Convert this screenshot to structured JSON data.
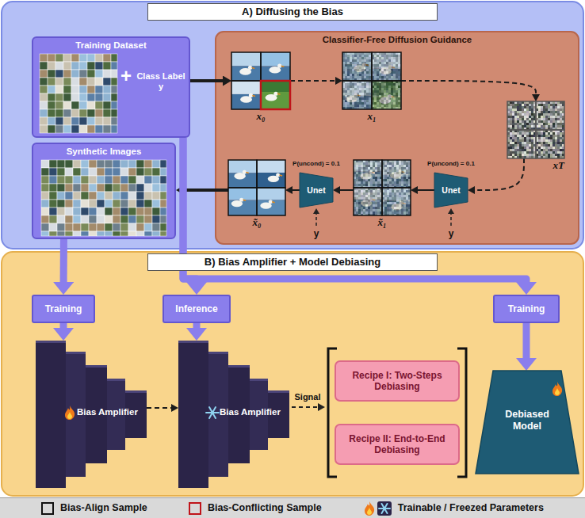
{
  "diagram": {
    "nodes": [
      {
        "text": [
          "A) Diffusing the Bias"
        ]
      },
      {
        "text": [
          "Training Dataset",
          "+",
          "Class Label y"
        ],
        "in": 0
      },
      {
        "text": [
          "Synthetic Images"
        ],
        "in": 0
      },
      {
        "text": [
          "Classifier-Free Diffusion Guidance"
        ],
        "in": 0
      },
      {
        "text": [
          "x₀"
        ],
        "in": 3
      },
      {
        "text": [
          "x₁"
        ],
        "in": 3
      },
      {
        "text": [
          "xT"
        ],
        "in": 3
      },
      {
        "text": [
          "x̃₀"
        ],
        "in": 3
      },
      {
        "text": [
          "Unet"
        ],
        "in": 3
      },
      {
        "text": [
          "x̃₁"
        ],
        "in": 3
      },
      {
        "text": [
          "Unet"
        ],
        "in": 3
      },
      {
        "text": [
          "B) Bias Amplifier + Model Debiasing"
        ]
      },
      {
        "text": [
          "Training"
        ],
        "in": 11
      },
      {
        "text": [
          "Inference"
        ],
        "in": 11
      },
      {
        "text": [
          "Training"
        ],
        "in": 11
      },
      {
        "text": [
          "Bias Amplifier"
        ],
        "in": 11
      },
      {
        "text": [
          "Bias Amplifier"
        ],
        "in": 11
      },
      {
        "text": [
          "Recipe I: Two-Steps Debiasing"
        ],
        "in": 11
      },
      {
        "text": [
          "Recipe II: End-to-End Debiasing"
        ],
        "in": 11
      },
      {
        "text": [
          "Debiased Model"
        ],
        "in": 11
      }
    ],
    "edges": [
      {
        "from": 1,
        "to": 4,
        "arrow": "to"
      },
      {
        "from": 4,
        "to": 5,
        "arrow": "to"
      },
      {
        "from": 5,
        "to": 6,
        "arrow": "to"
      },
      {
        "from": 6,
        "to": 10,
        "arrow": "to"
      },
      {
        "from": 10,
        "to": 9,
        "arrow": "to"
      },
      {
        "from": 9,
        "to": 8,
        "arrow": "to"
      },
      {
        "from": 8,
        "to": 7,
        "arrow": "to"
      },
      {
        "from": 7,
        "to": 2,
        "arrow": "to"
      },
      {
        "from": 2,
        "to": 12,
        "arrow": "to"
      },
      {
        "from": 1,
        "to": 13,
        "arrow": "to"
      },
      {
        "from": 1,
        "to": 14,
        "arrow": "to"
      },
      {
        "from": 12,
        "to": 15,
        "arrow": "to"
      },
      {
        "from": 13,
        "to": 16,
        "arrow": "to"
      },
      {
        "from": 14,
        "to": 19,
        "arrow": "to"
      },
      {
        "from": 15,
        "to": 16,
        "arrow": "to"
      }
    ],
    "labels": [
      "P(uncond) = 0.1",
      "P(uncond) = 0.1",
      "y",
      "y",
      "Signal"
    ],
    "legend": [
      {
        "text": "Bias-Align Sample"
      },
      {
        "text": "Bias-Conflicting Sample"
      },
      {
        "text": "Trainable / Freezed Parameters"
      }
    ]
  }
}
